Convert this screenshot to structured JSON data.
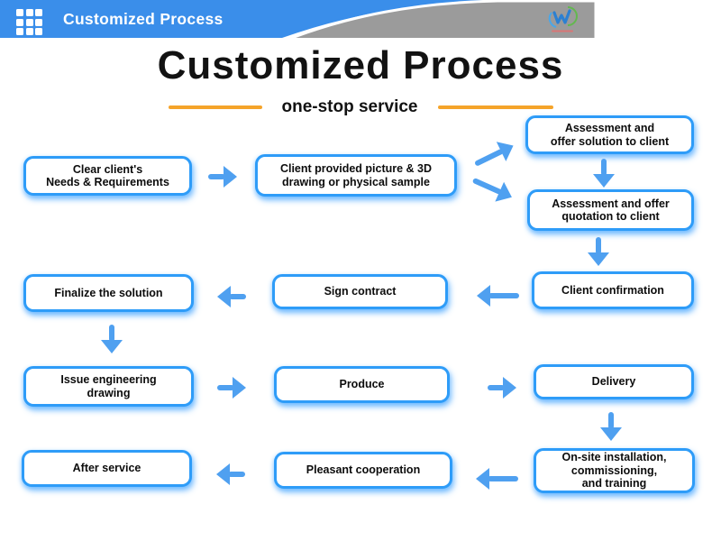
{
  "header": {
    "title": "Customized Process",
    "grid_icon": "grid-icon",
    "logo_icon": "company-logo-icon"
  },
  "page": {
    "title": "Customized Process",
    "subtitle": "one-stop service"
  },
  "flow": {
    "boxes": [
      {
        "id": "clear-needs",
        "label": "Clear client's\nNeeds & Requirements"
      },
      {
        "id": "client-provided",
        "label": "Client provided picture & 3D\ndrawing or physical sample"
      },
      {
        "id": "offer-solution",
        "label": "Assessment and\noffer solution to client"
      },
      {
        "id": "offer-quotation",
        "label": "Assessment and offer\nquotation to client"
      },
      {
        "id": "client-confirmation",
        "label": "Client confirmation"
      },
      {
        "id": "sign-contract",
        "label": "Sign contract"
      },
      {
        "id": "finalize-solution",
        "label": "Finalize the solution"
      },
      {
        "id": "issue-drawing",
        "label": "Issue engineering\ndrawing"
      },
      {
        "id": "produce",
        "label": "Produce"
      },
      {
        "id": "delivery",
        "label": "Delivery"
      },
      {
        "id": "onsite-install",
        "label": "On-site installation,\ncommissioning,\nand training"
      },
      {
        "id": "pleasant-coop",
        "label": "Pleasant cooperation"
      },
      {
        "id": "after-service",
        "label": "After service"
      }
    ],
    "connections": [
      {
        "from": "clear-needs",
        "to": "client-provided",
        "direction": "right"
      },
      {
        "from": "client-provided",
        "to": "offer-solution",
        "direction": "up-right"
      },
      {
        "from": "client-provided",
        "to": "offer-quotation",
        "direction": "down-right"
      },
      {
        "from": "offer-solution",
        "to": "offer-quotation",
        "direction": "down"
      },
      {
        "from": "offer-quotation",
        "to": "client-confirmation",
        "direction": "down"
      },
      {
        "from": "client-confirmation",
        "to": "sign-contract",
        "direction": "left"
      },
      {
        "from": "sign-contract",
        "to": "finalize-solution",
        "direction": "left"
      },
      {
        "from": "finalize-solution",
        "to": "issue-drawing",
        "direction": "down"
      },
      {
        "from": "issue-drawing",
        "to": "produce",
        "direction": "right"
      },
      {
        "from": "produce",
        "to": "delivery",
        "direction": "right"
      },
      {
        "from": "delivery",
        "to": "onsite-install",
        "direction": "down"
      },
      {
        "from": "onsite-install",
        "to": "pleasant-coop",
        "direction": "left"
      },
      {
        "from": "pleasant-coop",
        "to": "after-service",
        "direction": "left"
      }
    ]
  },
  "colors": {
    "header_blue": "#3a8eea",
    "header_gray": "#9b9b9b",
    "box_border": "#2e9cf8",
    "arrow_blue": "#4fa0f0",
    "accent_orange": "#f5a42a",
    "title_black": "#121212"
  }
}
